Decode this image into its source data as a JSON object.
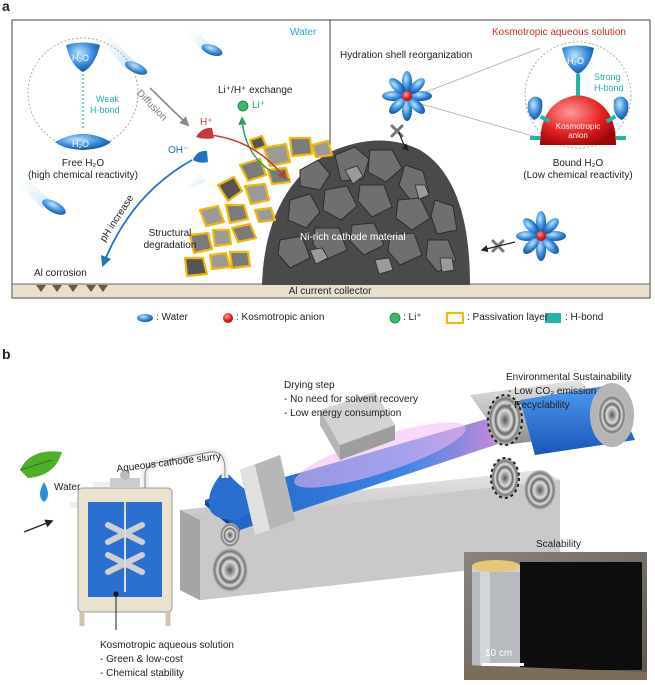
{
  "panel_a": {
    "label": "a",
    "left_title": "Water",
    "right_title": "Kosmotropic aqueous solution",
    "weak_hbond_1": "Weak",
    "weak_hbond_2": "H-bond",
    "h2o_top": "H₂O",
    "h2o_bottom": "H₂O",
    "free_h2o_1": "Free H₂O",
    "free_h2o_2": "(high chemical reactivity)",
    "diffusion": "Diffusion",
    "exchange": "Li⁺/H⁺ exchange",
    "li_ion": "Li⁺",
    "h_ion": "H⁺",
    "oh_ion": "OH⁻",
    "ph_increase": "pH increase",
    "structural_1": "Structural",
    "structural_2": "degradation",
    "al_corrosion": "Al corrosion",
    "cathode": "Ni-rich cathode material",
    "collector": "Al current collector",
    "hydration": "Hydration shell reorganization",
    "strong_hbond_1": "Strong",
    "strong_hbond_2": "H-bond",
    "h2o_right": "H₂O",
    "kosmo_1": "Kosmotropic",
    "kosmo_2": "anion",
    "bound_1": "Bound H₂O",
    "bound_2": "(Low chemical reactivity)",
    "legend": [
      {
        "key": "water",
        "label": ": Water"
      },
      {
        "key": "anion",
        "label": ": Kosmotropic anion"
      },
      {
        "key": "li",
        "label": ": Li⁺"
      },
      {
        "key": "passivation",
        "label": ": Passivation layer"
      },
      {
        "key": "hbond",
        "label": ": H-bond"
      }
    ]
  },
  "panel_b": {
    "label": "b",
    "drying_title": "Drying step",
    "drying_1": "- No need for solvent recovery",
    "drying_2": "- Low energy consumption",
    "env_title": "Environmental Sustainability",
    "env_1": "- Low CO₂ emission",
    "env_2": "- Recyclability",
    "slurry": "Aqueous cathode slurry",
    "water": "Water",
    "scalability": "Scalability",
    "scale_bar": "10 cm",
    "kosmo_title": "Kosmotropic aqueous solution",
    "kosmo_1": "- Green & low-cost",
    "kosmo_2": "- Chemical stability"
  },
  "colors": {
    "water_title": "#2aa3d8",
    "kosmo_title": "#d42a2a",
    "hbond": "#1fb5a8",
    "passivation": "#f2b70c",
    "anion": "#e42020",
    "li": "#3db66a",
    "droplet": "#2a7fd0"
  }
}
